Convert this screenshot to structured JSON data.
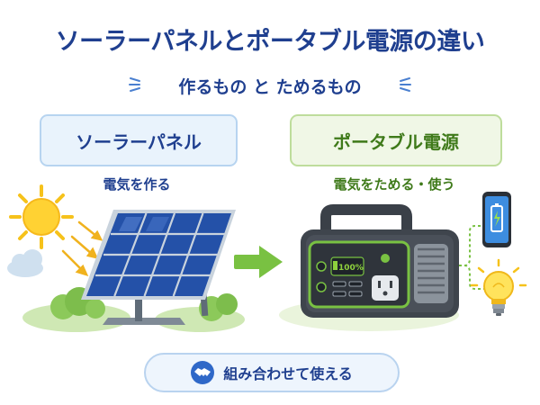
{
  "title": "ソーラーパネルとポータブル電源の違い",
  "subtitle": "作るもの と ためるもの",
  "solar": {
    "label": "ソーラーパネル",
    "caption": "電気を作る"
  },
  "power_station": {
    "label": "ポータブル電源",
    "caption": "電気をためる・使う",
    "display_value": "100%"
  },
  "footer": {
    "label": "組み合わせて使える",
    "icon": "handshake-icon"
  },
  "colors": {
    "title": "#1f3f8f",
    "solar_accent": "#1f3f8f",
    "power_accent": "#3f7a1a",
    "arrow": "#79c142"
  }
}
